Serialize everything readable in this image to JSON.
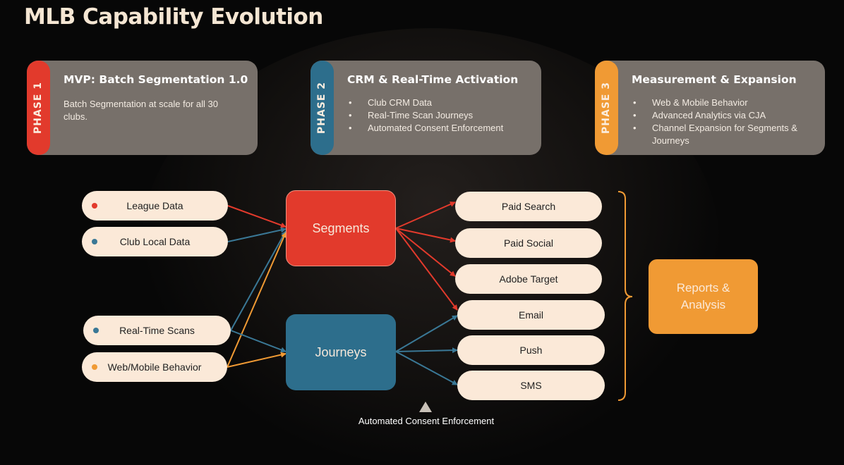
{
  "title": "MLB Capability Evolution",
  "phases": [
    {
      "tab": "PHASE 1",
      "heading": "MVP: Batch Segmentation 1.0",
      "description": "Batch Segmentation at scale for all 30 clubs.",
      "color": "#e23a2c"
    },
    {
      "tab": "PHASE 2",
      "heading": "CRM & Real-Time Activation",
      "items": [
        "Club CRM Data",
        "Real-Time Scan Journeys",
        "Automated Consent Enforcement"
      ],
      "color": "#2d6e8c"
    },
    {
      "tab": "PHASE 3",
      "heading": "Measurement & Expansion",
      "items": [
        "Web & Mobile Behavior",
        "Advanced Analytics via CJA",
        "Channel Expansion for Segments & Journeys"
      ],
      "color": "#f09a34"
    }
  ],
  "sources": [
    {
      "label": "League Data",
      "color": "#e23a2c"
    },
    {
      "label": "Club Local Data",
      "color": "#3a7896"
    },
    {
      "label": "Real-Time Scans",
      "color": "#3a7896"
    },
    {
      "label": "Web/Mobile Behavior",
      "color": "#f09a34"
    }
  ],
  "hubs": {
    "segments": {
      "label": "Segments",
      "color": "#e23a2c"
    },
    "journeys": {
      "label": "Journeys",
      "color": "#2d6e8c"
    }
  },
  "channels": [
    "Paid Search",
    "Paid Social",
    "Adobe Target",
    "Email",
    "Push",
    "SMS"
  ],
  "reports": {
    "label": "Reports & Analysis"
  },
  "consent": {
    "label": "Automated Consent Enforcement"
  },
  "colors": {
    "red": "#e23a2c",
    "blue": "#3a7896",
    "orange": "#f09a34",
    "pill": "#fbe9d8"
  }
}
